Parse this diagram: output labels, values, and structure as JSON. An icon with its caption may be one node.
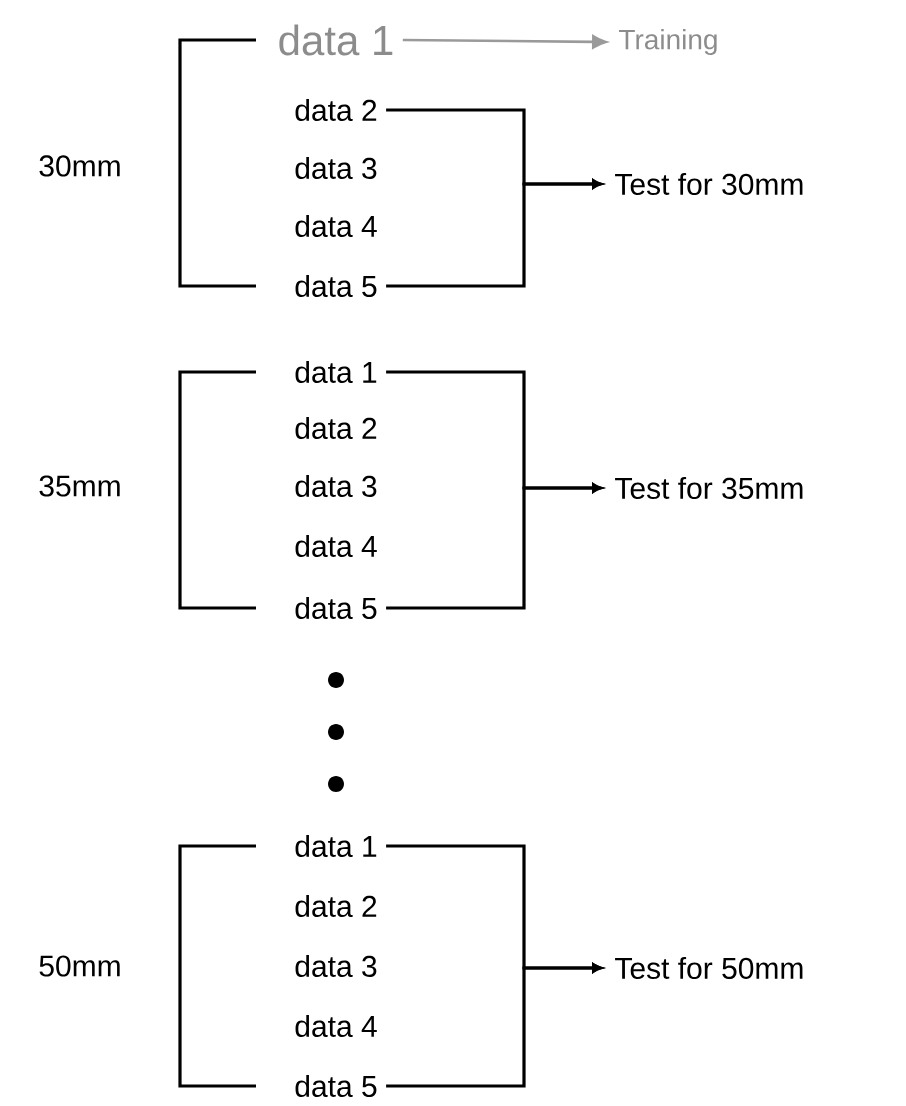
{
  "diagram": {
    "nodes": [
      {
        "text": [
          "data 1"
        ]
      },
      {
        "text": [
          "Training"
        ]
      },
      {
        "text": [
          "data 2"
        ]
      },
      {
        "text": [
          "data 3"
        ]
      },
      {
        "text": [
          "data 4"
        ]
      },
      {
        "text": [
          "data 5"
        ]
      },
      {
        "text": [
          "Test for 30mm"
        ]
      },
      {
        "text": [
          "data 1"
        ]
      },
      {
        "text": [
          "data 2"
        ]
      },
      {
        "text": [
          "data 3"
        ]
      },
      {
        "text": [
          "data 4"
        ]
      },
      {
        "text": [
          "data 5"
        ]
      },
      {
        "text": [
          "Test for 35mm"
        ]
      },
      {
        "text": [
          "data 1"
        ]
      },
      {
        "text": [
          "data 2"
        ]
      },
      {
        "text": [
          "data 3"
        ]
      },
      {
        "text": [
          "data 4"
        ]
      },
      {
        "text": [
          "data 5"
        ]
      },
      {
        "text": [
          "Test for 50mm"
        ]
      }
    ],
    "edges": [
      {
        "from": 0,
        "to": 1,
        "arrow": "to",
        "color": "#9a9a9a"
      },
      {
        "from": 2,
        "to": 6,
        "arrow": "to"
      },
      {
        "from": 5,
        "to": 6,
        "arrow": "to"
      },
      {
        "from": 7,
        "to": 12,
        "arrow": "to"
      },
      {
        "from": 11,
        "to": 12,
        "arrow": "to"
      },
      {
        "from": 13,
        "to": 18,
        "arrow": "to"
      },
      {
        "from": 17,
        "to": 18,
        "arrow": "to"
      }
    ],
    "labels": [
      "30mm",
      "35mm",
      "50mm"
    ]
  }
}
